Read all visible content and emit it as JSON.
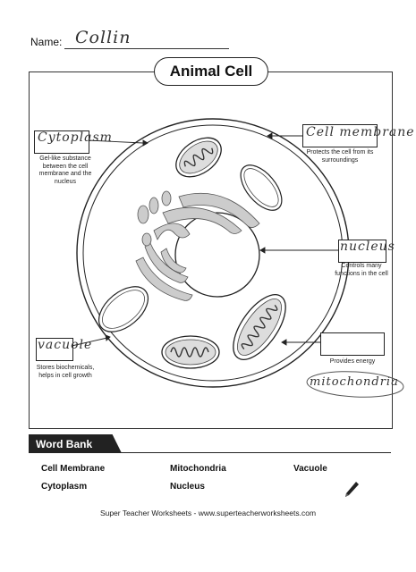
{
  "header": {
    "name_label": "Name:",
    "name_value": "Collin",
    "title": "Animal Cell"
  },
  "labels": {
    "cytoplasm": {
      "answer": "Cytoplasm",
      "description": "Gel-like substance between the cell membrane and the nucleus"
    },
    "cell_membrane": {
      "answer": "Cell membrane",
      "description": "Protects the cell from its surroundings"
    },
    "nucleus": {
      "answer": "nucleus",
      "description": "Controls many functions in the cell"
    },
    "mitochondria": {
      "answer": "",
      "description": "Provides energy",
      "handwritten_note": "mitochondria"
    },
    "vacuole": {
      "answer": "vacuole",
      "description": "Stores biochemicals, helps in cell growth"
    }
  },
  "word_bank": {
    "title": "Word Bank",
    "words": [
      "Cell Membrane",
      "Mitochondria",
      "Vacuole",
      "Cytoplasm",
      "Nucleus"
    ]
  },
  "footer": "Super Teacher Worksheets - www.superteacherworksheets.com",
  "icons": [
    "pencil-icon"
  ]
}
